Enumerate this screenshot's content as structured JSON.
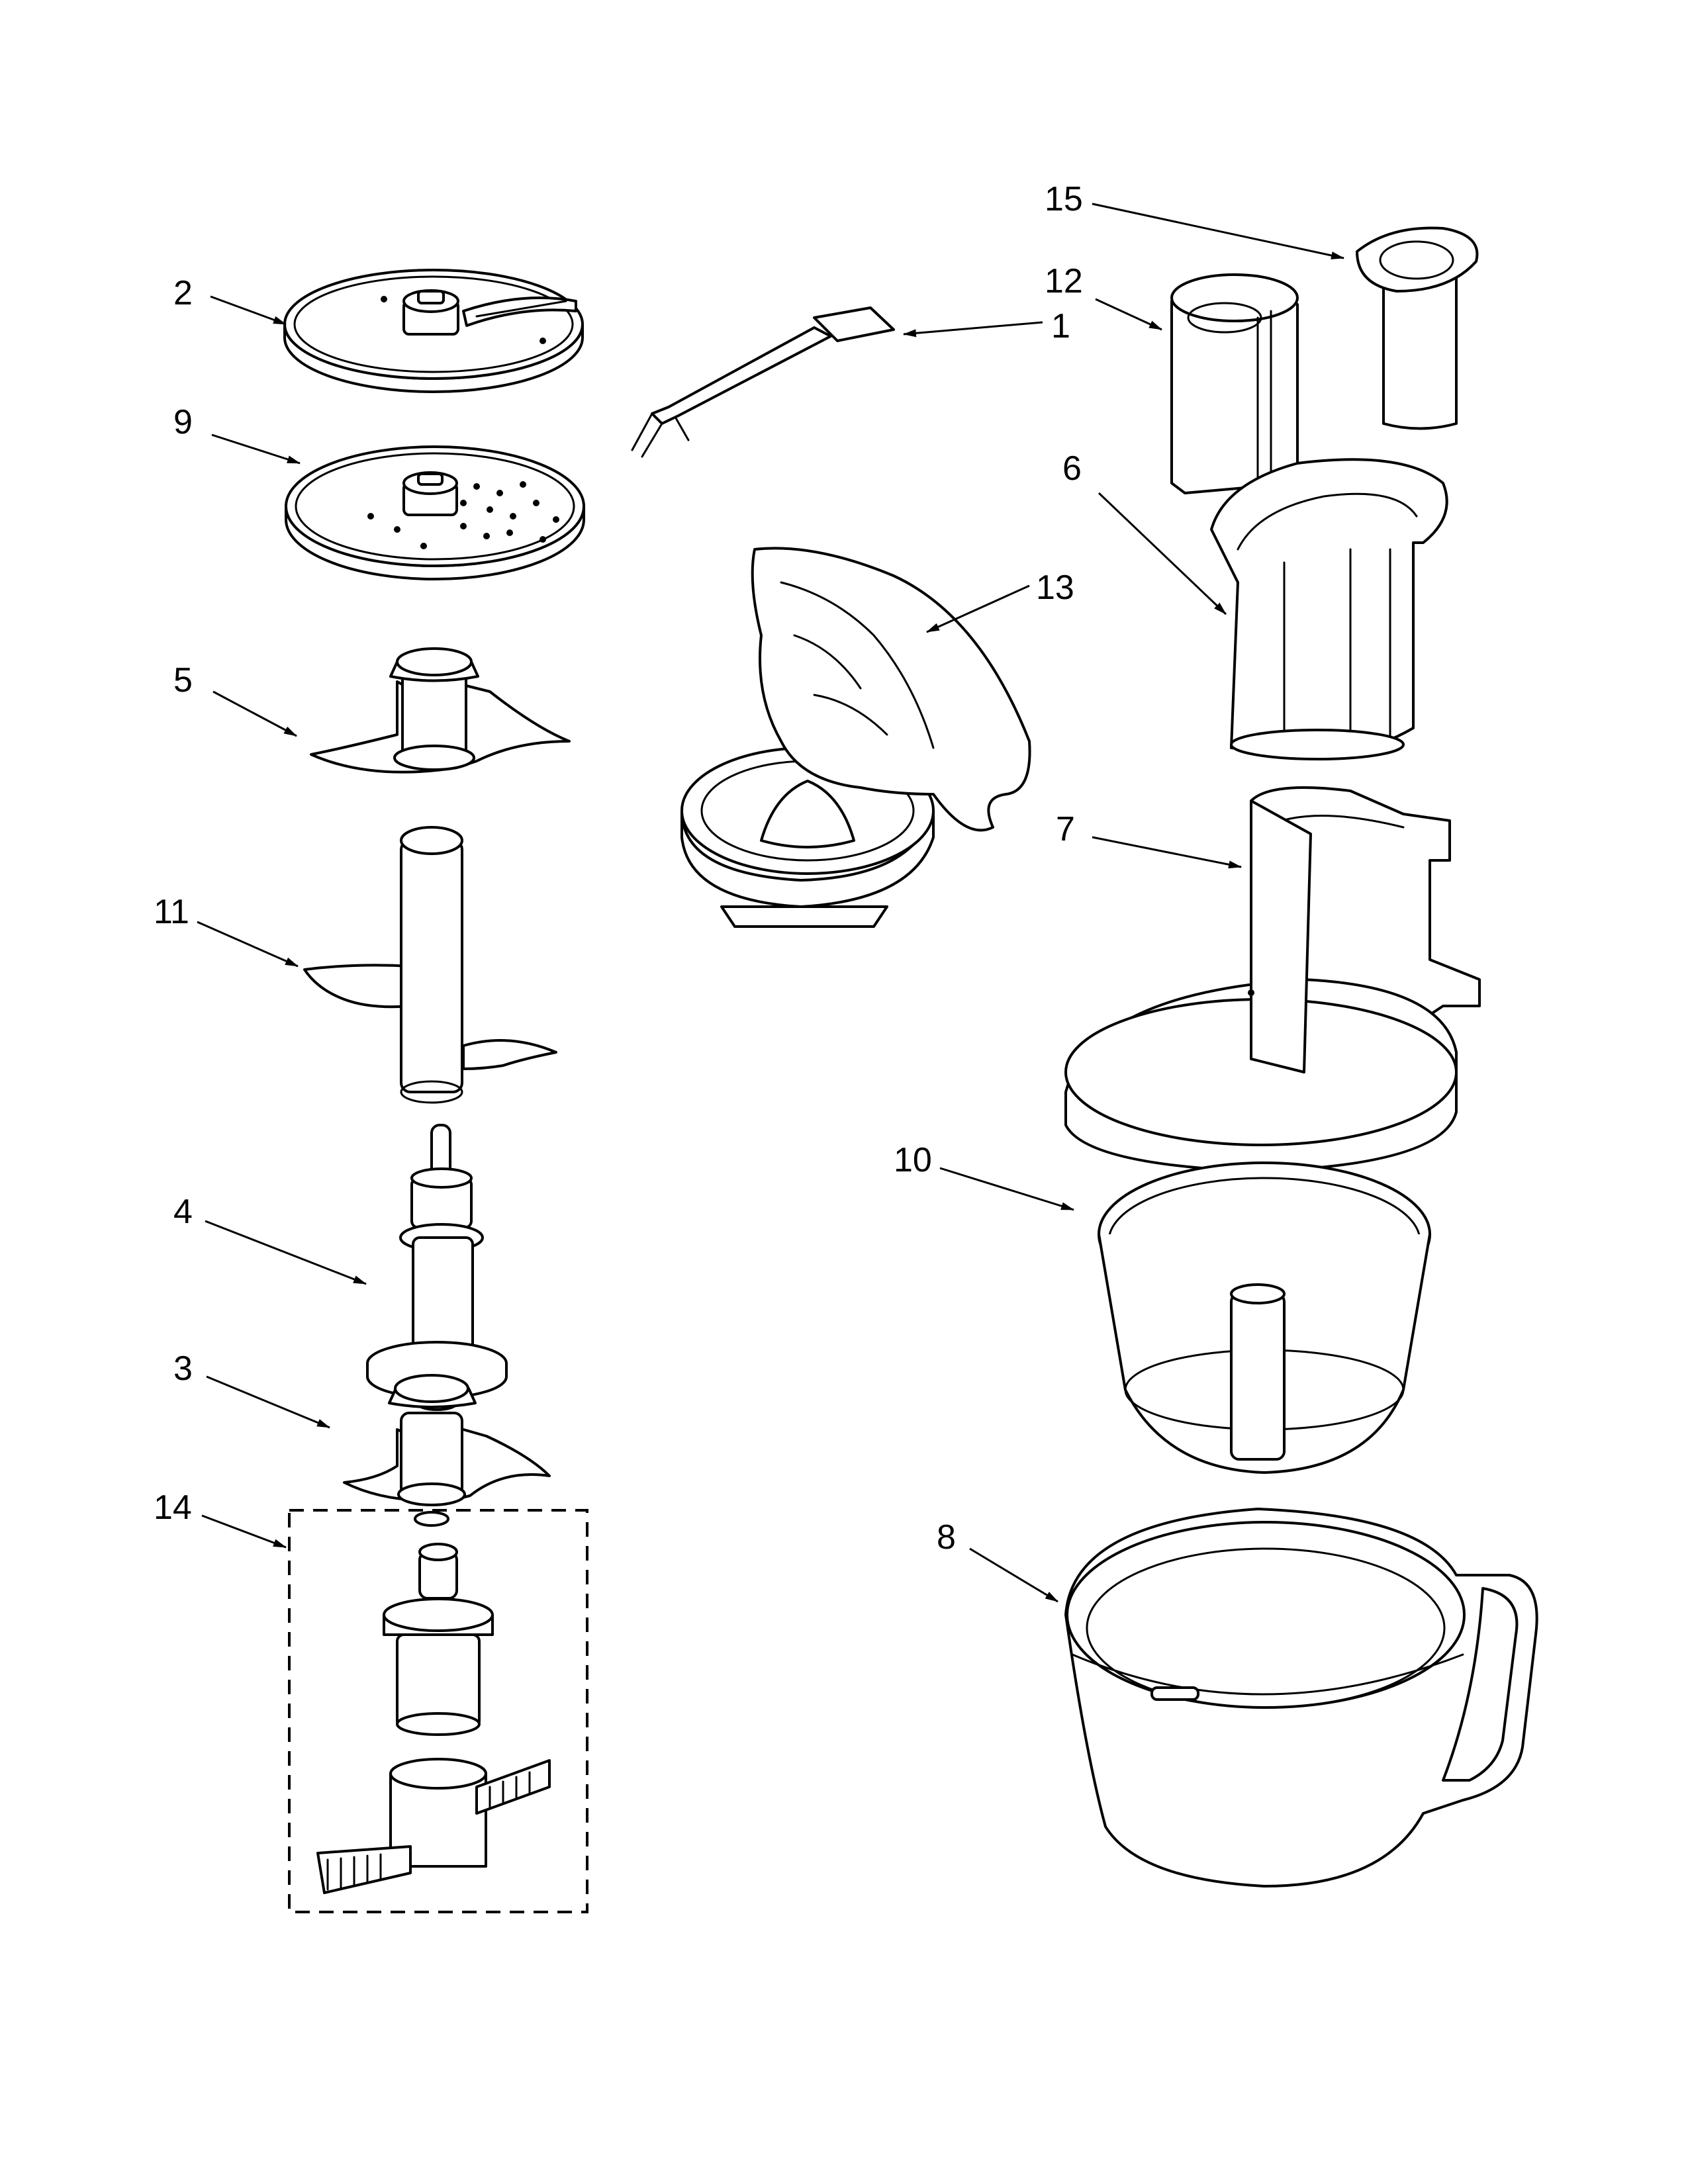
{
  "diagram": {
    "colors": {
      "line": "#000000",
      "background": "#ffffff"
    },
    "callouts": [
      {
        "id": "1",
        "label": "1"
      },
      {
        "id": "2",
        "label": "2"
      },
      {
        "id": "3",
        "label": "3"
      },
      {
        "id": "4",
        "label": "4"
      },
      {
        "id": "5",
        "label": "5"
      },
      {
        "id": "6",
        "label": "6"
      },
      {
        "id": "7",
        "label": "7"
      },
      {
        "id": "8",
        "label": "8"
      },
      {
        "id": "9",
        "label": "9"
      },
      {
        "id": "10",
        "label": "10"
      },
      {
        "id": "11",
        "label": "11"
      },
      {
        "id": "12",
        "label": "12"
      },
      {
        "id": "13",
        "label": "13"
      },
      {
        "id": "14",
        "label": "14"
      },
      {
        "id": "15",
        "label": "15"
      }
    ]
  }
}
